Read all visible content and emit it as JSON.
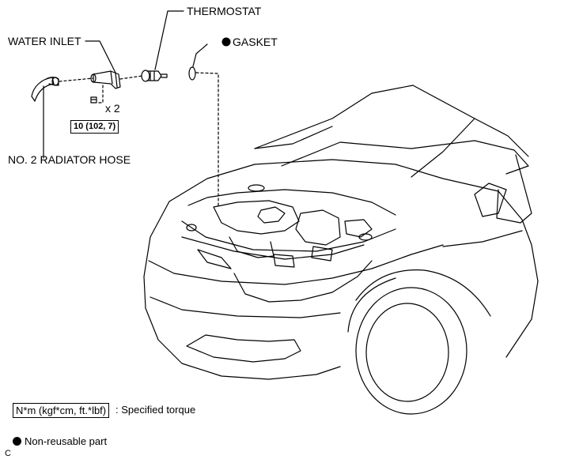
{
  "labels": {
    "thermostat": "THERMOSTAT",
    "water_inlet": "WATER INLET",
    "gasket": "GASKET",
    "radiator_hose": "NO. 2 RADIATOR HOSE",
    "bolt_count": "x 2",
    "torque_value": "10 (102, 7)"
  },
  "legend": {
    "torque_unit": "N*m (kgf*cm, ft.*lbf)",
    "torque_desc": ": Specified torque",
    "nonreusable_desc": "Non-reusable part"
  },
  "corner_code": "C",
  "icons": {
    "nonreusable": "filled-circle-icon"
  }
}
